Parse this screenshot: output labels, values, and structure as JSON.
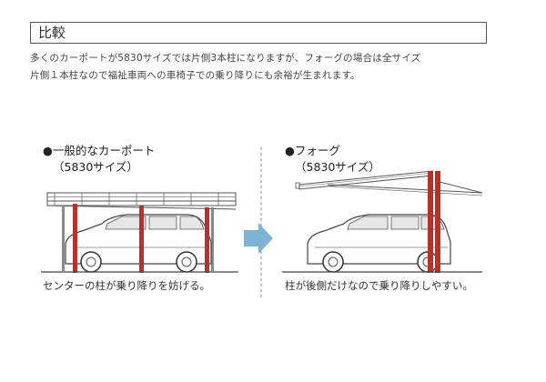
{
  "section": {
    "title": "比較",
    "description_line1": "多くのカーポートが5830サイズでは片側3本柱になりますが、フォーグの場合は全サイズ",
    "description_line2": "片側１本柱なので福祉車両への車椅子での乗り降りにも余裕が生まれます。"
  },
  "left_panel": {
    "label": "●一般的なカーポート",
    "size": "（5830サイズ）",
    "caption": "センターの柱が乗り降りを妨げる。"
  },
  "right_panel": {
    "label": "●フォーグ",
    "size": "（5830サイズ）",
    "caption": "柱が後側だけなので乗り降りしやすい。"
  },
  "colors": {
    "post_red": "#b8322c",
    "arrow_blue": "#7fb3d6",
    "line_gray": "#555555"
  }
}
